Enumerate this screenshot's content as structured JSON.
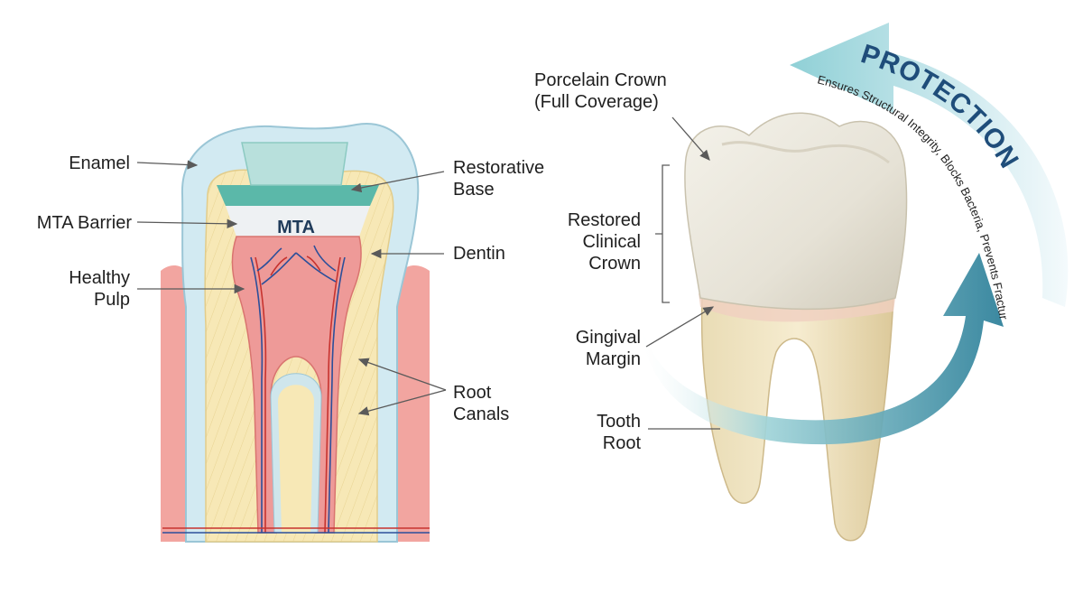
{
  "left_diagram": {
    "labels": {
      "enamel": "Enamel",
      "mta_barrier": "MTA Barrier",
      "healthy_pulp": [
        "Healthy",
        "Pulp"
      ],
      "restorative_base": [
        "Restorative",
        "Base"
      ],
      "dentin": "Dentin",
      "root_canals": [
        "Root",
        "Canals"
      ]
    },
    "mta_text": "MTA"
  },
  "right_diagram": {
    "labels": {
      "porcelain_crown": [
        "Porcelain Crown",
        "(Full Coverage)"
      ],
      "restored_clinical_crown": [
        "Restored",
        "Clinical",
        "Crown"
      ],
      "gingival_margin": [
        "Gingival",
        "Margin"
      ],
      "tooth_root": [
        "Tooth",
        "Root"
      ]
    },
    "protection_title": "PROTECTION",
    "protection_subtitle": "Ensures Structural Integrity, Blocks Bacteria, Prevents Fracture"
  },
  "colors": {
    "enamel": "#cfe8f0",
    "dentin": "#f6e7b3",
    "pulp": "#ee9a98",
    "gum": "#f2a5a0",
    "bone": "#f1ddb0",
    "mta": "#eef1f3",
    "restorative_base": "#5bb8a9",
    "arrow_teal": "#2e7f95",
    "protection_text": "#1f4d7a"
  }
}
